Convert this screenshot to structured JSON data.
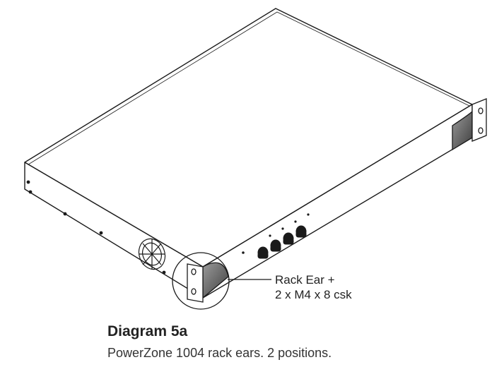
{
  "callout": {
    "line1": "Rack Ear +",
    "line2": "2 x M4 x 8 csk"
  },
  "caption": {
    "title": "Diagram 5a",
    "text": "PowerZone 1004 rack ears. 2 positions."
  },
  "colors": {
    "line": "#1a1a1a",
    "ear_fill": "#6b6b6b",
    "panel": "#ffffff"
  }
}
